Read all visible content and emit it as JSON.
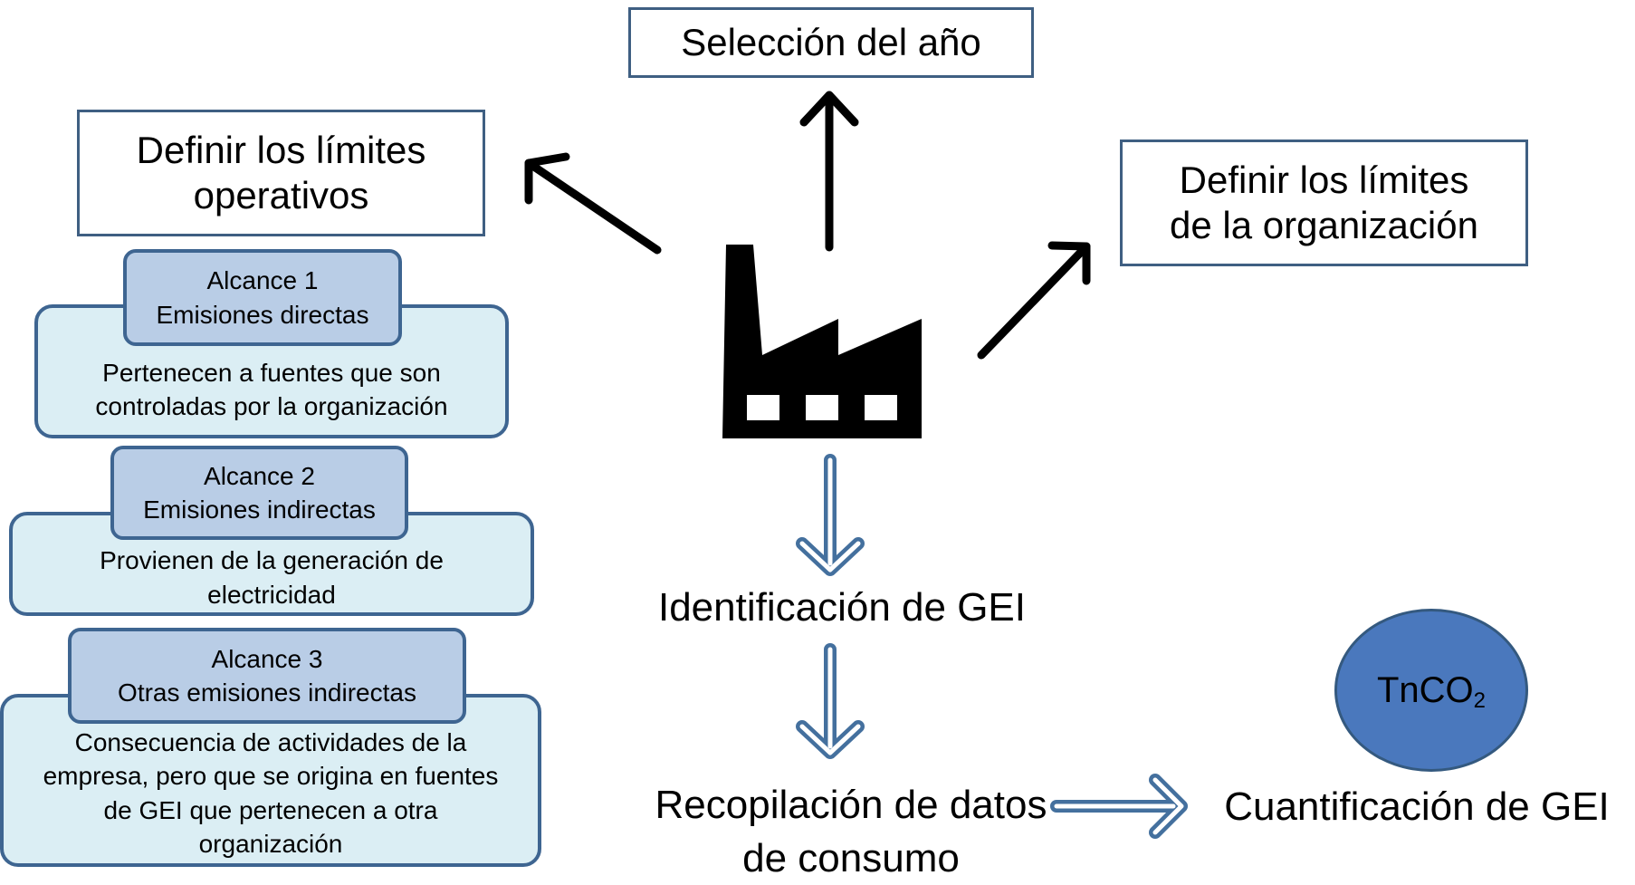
{
  "boxes": {
    "year": "Selección del año",
    "operational": "Definir los límites\noperativos",
    "organization": "Definir los límites\nde la organización"
  },
  "scopes": [
    {
      "title": "Alcance 1\nEmisiones directas",
      "description": "Pertenecen a fuentes que son\ncontroladas por la organización"
    },
    {
      "title": "Alcance 2\nEmisiones indirectas",
      "description": "Provienen de la generación de\nelectricidad"
    },
    {
      "title": "Alcance 3\nOtras emisiones indirectas",
      "description": "Consecuencia de actividades de la\nempresa, pero que se origina en fuentes\nde GEI que pertenecen a otra\norganización"
    }
  ],
  "flow": {
    "identification": "Identificación de GEI",
    "data_collection": "Recopilación de datos\nde consumo",
    "quantification": "Cuantificación de GEI"
  },
  "result": {
    "main": "TnCO",
    "subscript": "2"
  },
  "icons": {
    "center": "factory-icon"
  },
  "colors": {
    "box_border": "#3f5f82",
    "scope_fill": "#dbeef4",
    "scope_header_fill": "#b9cde6",
    "scope_border": "#3e6591",
    "tnco2_fill": "#4a78bd"
  }
}
